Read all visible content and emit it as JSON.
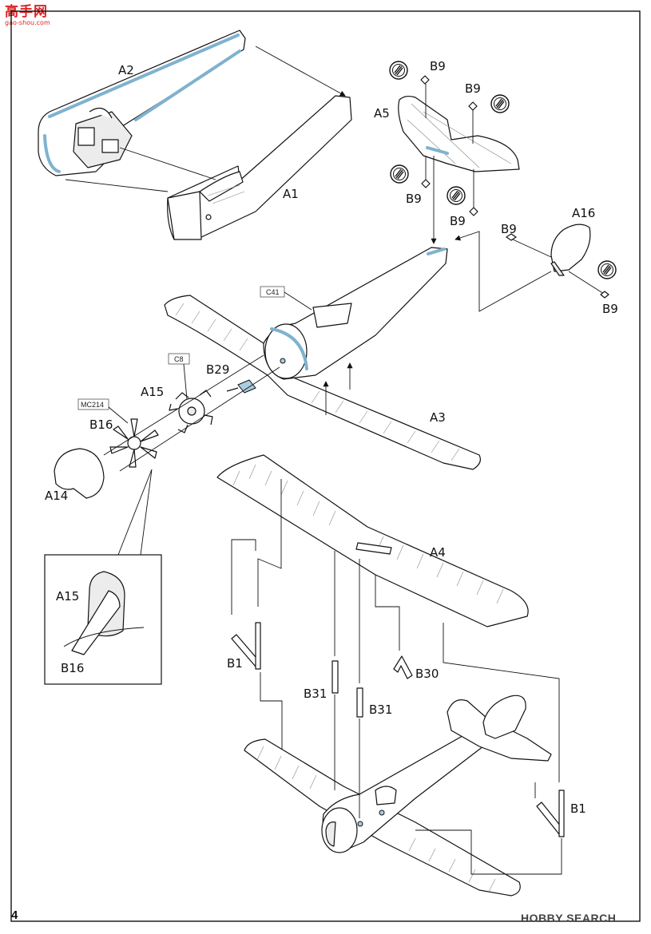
{
  "logo": {
    "text": "高手网",
    "url": "gao-shou.com"
  },
  "page_number": "4",
  "watermark": "HOBBY SEARCH",
  "part_labels": {
    "a1": "A1",
    "a2": "A2",
    "a3": "A3",
    "a4": "A4",
    "a5": "A5",
    "a14": "A14",
    "a15": "A15",
    "a16": "A16",
    "b1": "B1",
    "b9": "B9",
    "b16": "B16",
    "b29": "B29",
    "b30": "B30",
    "b31": "B31"
  },
  "ref_boxes": {
    "c41": "C41",
    "c8": "C8",
    "mc214": "MC214"
  },
  "detail_inset": {
    "a15": "A15",
    "b16": "B16"
  },
  "colors": {
    "highlight": "#a9cde0",
    "line": "#111111"
  },
  "icons": [
    "glue-icon"
  ]
}
